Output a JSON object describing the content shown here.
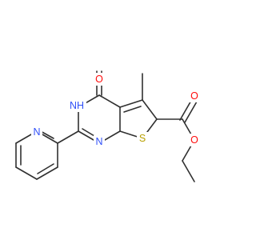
{
  "molecule": {
    "colors": {
      "bond": "#303030",
      "carbon": "#303030",
      "oxygen": "#ff0d0d",
      "nitrogen": "#3050f8",
      "sulfur": "#b8a000"
    },
    "atoms": {
      "o_carbonyl": {
        "symbol": "O"
      },
      "nh": {
        "symbol": "NH"
      },
      "n_pyrimidine": {
        "symbol": "N"
      },
      "n_pyridine": {
        "symbol": "N"
      },
      "s_thiophene": {
        "symbol": "S"
      },
      "o_ester_carbonyl": {
        "symbol": "O"
      },
      "o_ester": {
        "symbol": "O"
      }
    }
  }
}
